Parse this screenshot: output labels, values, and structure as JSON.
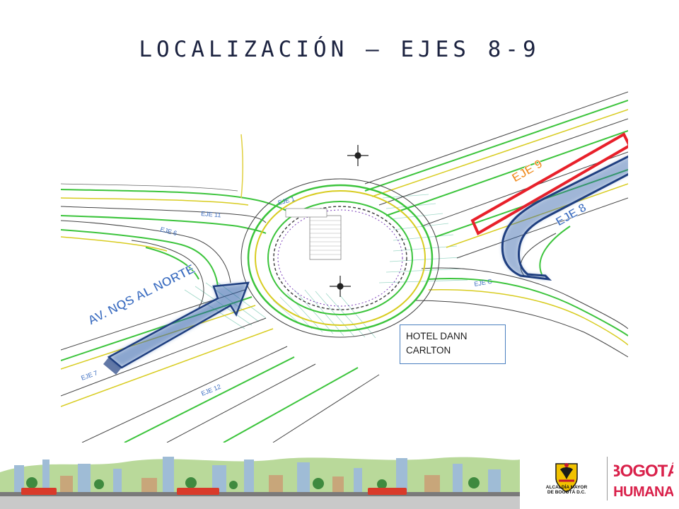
{
  "title": "LOCALIZACIÓN – EJES 8-9",
  "map": {
    "labels": {
      "av_nqs": "AV. NQS AL NORTE",
      "eje9": "EJE 9",
      "eje8": "EJE 8",
      "eje1": "EJE 1",
      "eje6": "EJE 6",
      "eje7": "EJE 7",
      "eje12": "EJE 12",
      "eje11": "EJE 11",
      "ejec": "EJE C"
    },
    "hotel_label": "HOTEL DANN CARLTON",
    "colors": {
      "eje9_outline": "#e8202a",
      "eje8_highlight": "#2f5fa8",
      "nqs_highlight": "#2f5fa8",
      "road_green": "#3cc43c",
      "road_yellow": "#d8cc20",
      "label_orange": "#f08a1c",
      "label_blue": "#3a6cc0"
    }
  },
  "footer": {
    "seal_line1": "ALCALDÍA MAYOR",
    "seal_line2": "DE BOGOTÁ D.C.",
    "brand_line1": "BOGOTÁ",
    "brand_line2": "HUMANA",
    "brand_color": "#d9204a"
  }
}
